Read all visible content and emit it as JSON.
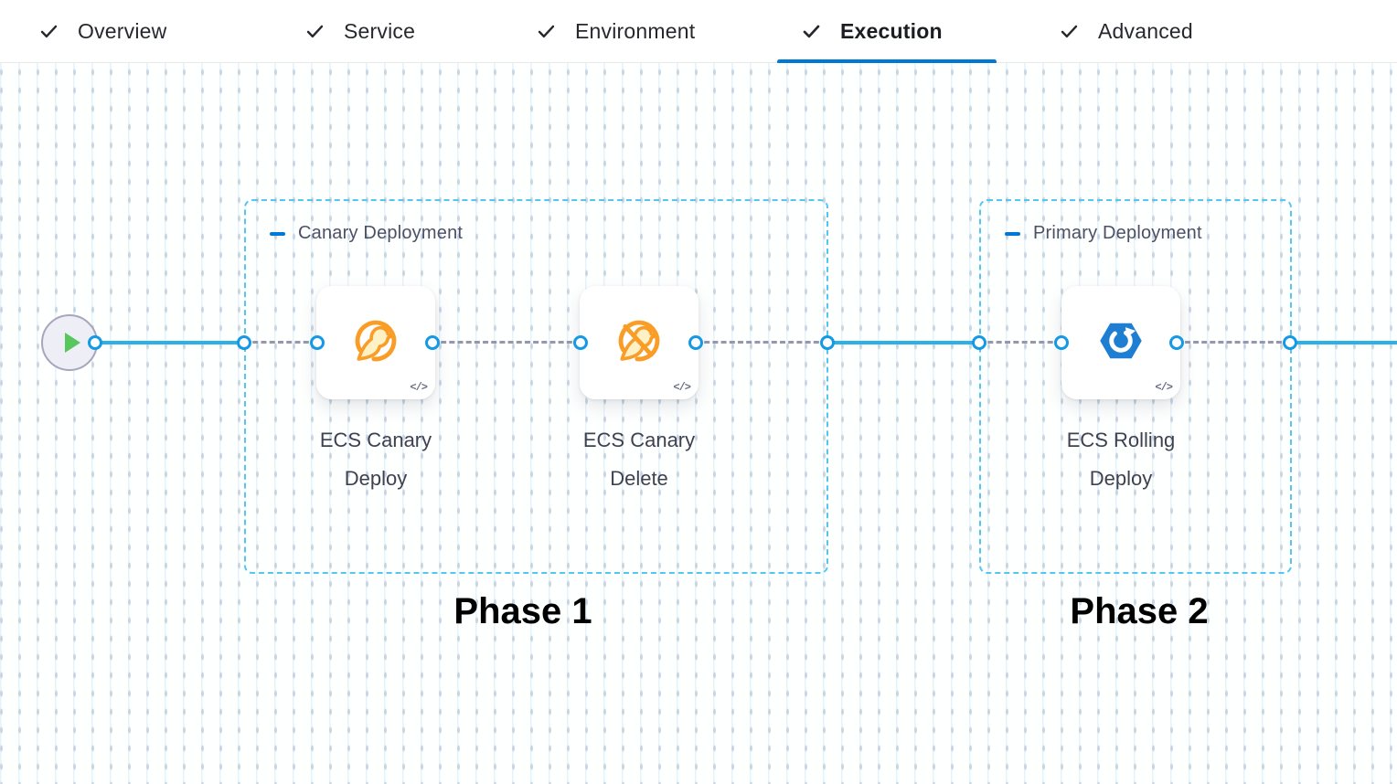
{
  "tabs": [
    {
      "label": "Overview",
      "checked": true,
      "active": false
    },
    {
      "label": "Service",
      "checked": true,
      "active": false
    },
    {
      "label": "Environment",
      "checked": true,
      "active": false
    },
    {
      "label": "Execution",
      "checked": true,
      "active": true
    },
    {
      "label": "Advanced",
      "checked": true,
      "active": false
    }
  ],
  "pipeline": {
    "start_node": {
      "icon": "play-icon"
    },
    "groups": [
      {
        "title": "Canary Deployment",
        "phase_label": "Phase 1",
        "steps": [
          {
            "name": "ECS Canary Deploy",
            "icon": "ecs-canary-deploy-icon"
          },
          {
            "name": "ECS Canary Delete",
            "icon": "ecs-canary-delete-icon"
          }
        ]
      },
      {
        "title": "Primary Deployment",
        "phase_label": "Phase 2",
        "steps": [
          {
            "name": "ECS Rolling Deploy",
            "icon": "ecs-rolling-deploy-icon"
          }
        ]
      }
    ],
    "code_badge_glyph": "</>"
  },
  "colors": {
    "active_tab_underline": "#0278D5",
    "solid_connector": "#2BB1E8",
    "dashed_connector": "#9597AD",
    "group_border": "#54C7F0",
    "port_stroke": "#1499E4",
    "canary_orange": "#F99D27",
    "ecs_blue": "#1E7FD2",
    "play_green": "#57C65D",
    "grid_tick": "#C8D5E2"
  }
}
